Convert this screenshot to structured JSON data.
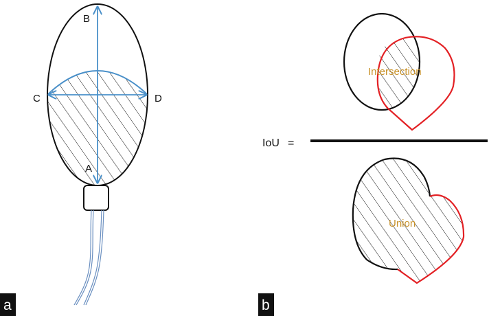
{
  "panel_a": {
    "panel_letter": "a",
    "points": {
      "A": "A",
      "B": "B",
      "C": "C",
      "D": "D"
    }
  },
  "panel_b": {
    "panel_letter": "b",
    "iou_label": "IoU",
    "equals": "=",
    "intersection_label": "Intersection",
    "union_label": "Union"
  },
  "colors": {
    "outline": "#111111",
    "prediction_outline": "#e32024",
    "arrow": "#4a90c9",
    "region_label": "#c8922a",
    "catheter": "#6a8fc0"
  }
}
